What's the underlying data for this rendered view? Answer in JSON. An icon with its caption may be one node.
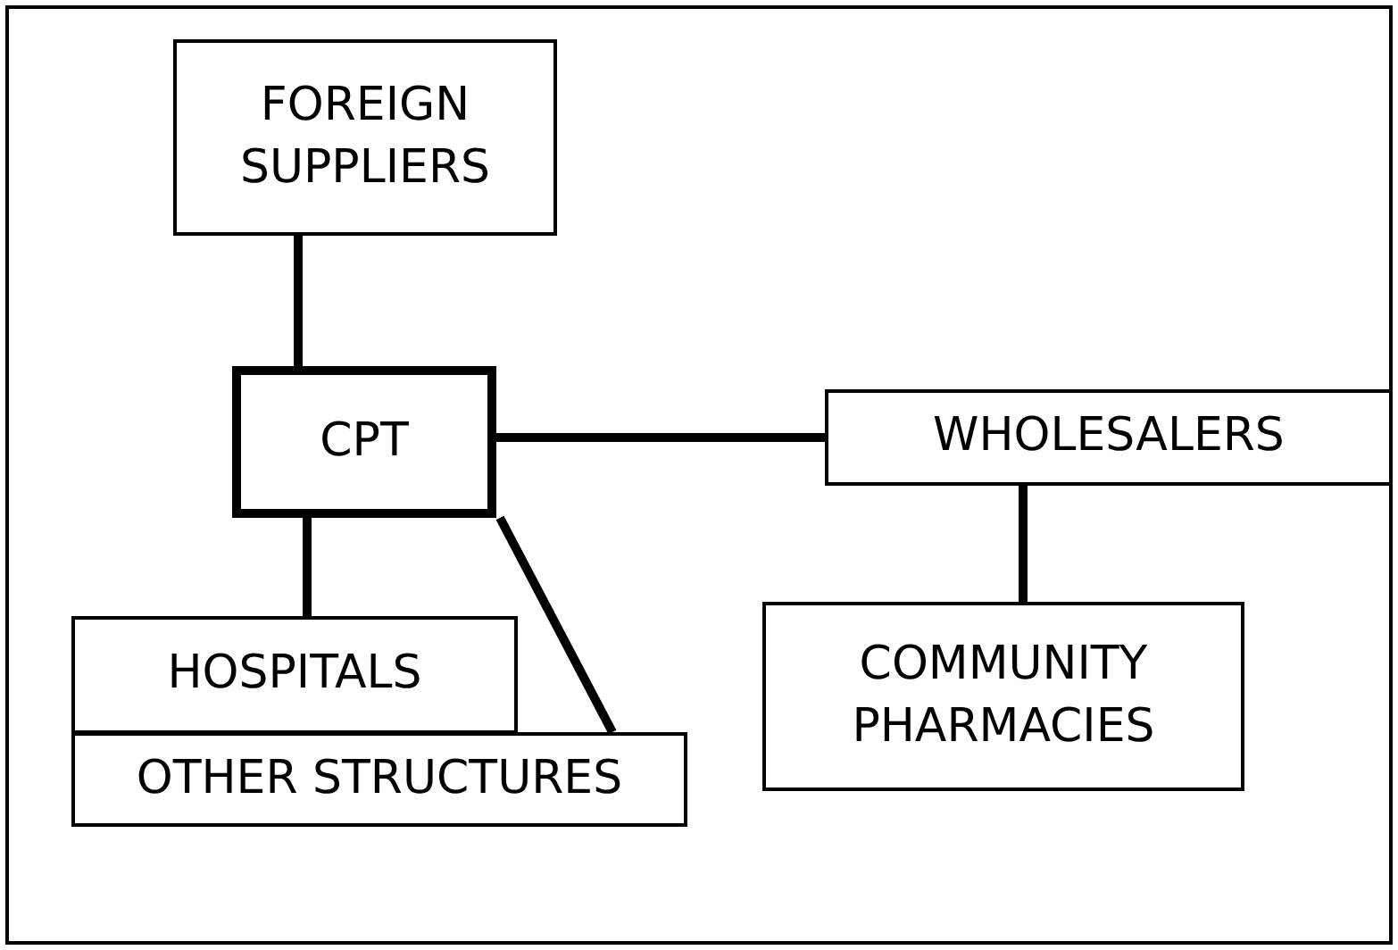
{
  "diagram": {
    "nodes": [
      {
        "text": [
          "FOREIGN SUPPLIERS"
        ]
      },
      {
        "text": [
          "CPT"
        ]
      },
      {
        "text": [
          "WHOLESALERS"
        ]
      },
      {
        "text": [
          "COMMUNITY PHARMACIES"
        ]
      },
      {
        "text": [
          "HOSPITALS"
        ]
      },
      {
        "text": [
          "OTHER STRUCTURES"
        ]
      }
    ],
    "edges": [
      {
        "from": 0,
        "to": 1,
        "arrow": "none"
      },
      {
        "from": 1,
        "to": 2,
        "arrow": "none"
      },
      {
        "from": 2,
        "to": 3,
        "arrow": "none"
      },
      {
        "from": 1,
        "to": 4,
        "arrow": "none"
      },
      {
        "from": 1,
        "to": 5,
        "arrow": "none"
      }
    ]
  }
}
